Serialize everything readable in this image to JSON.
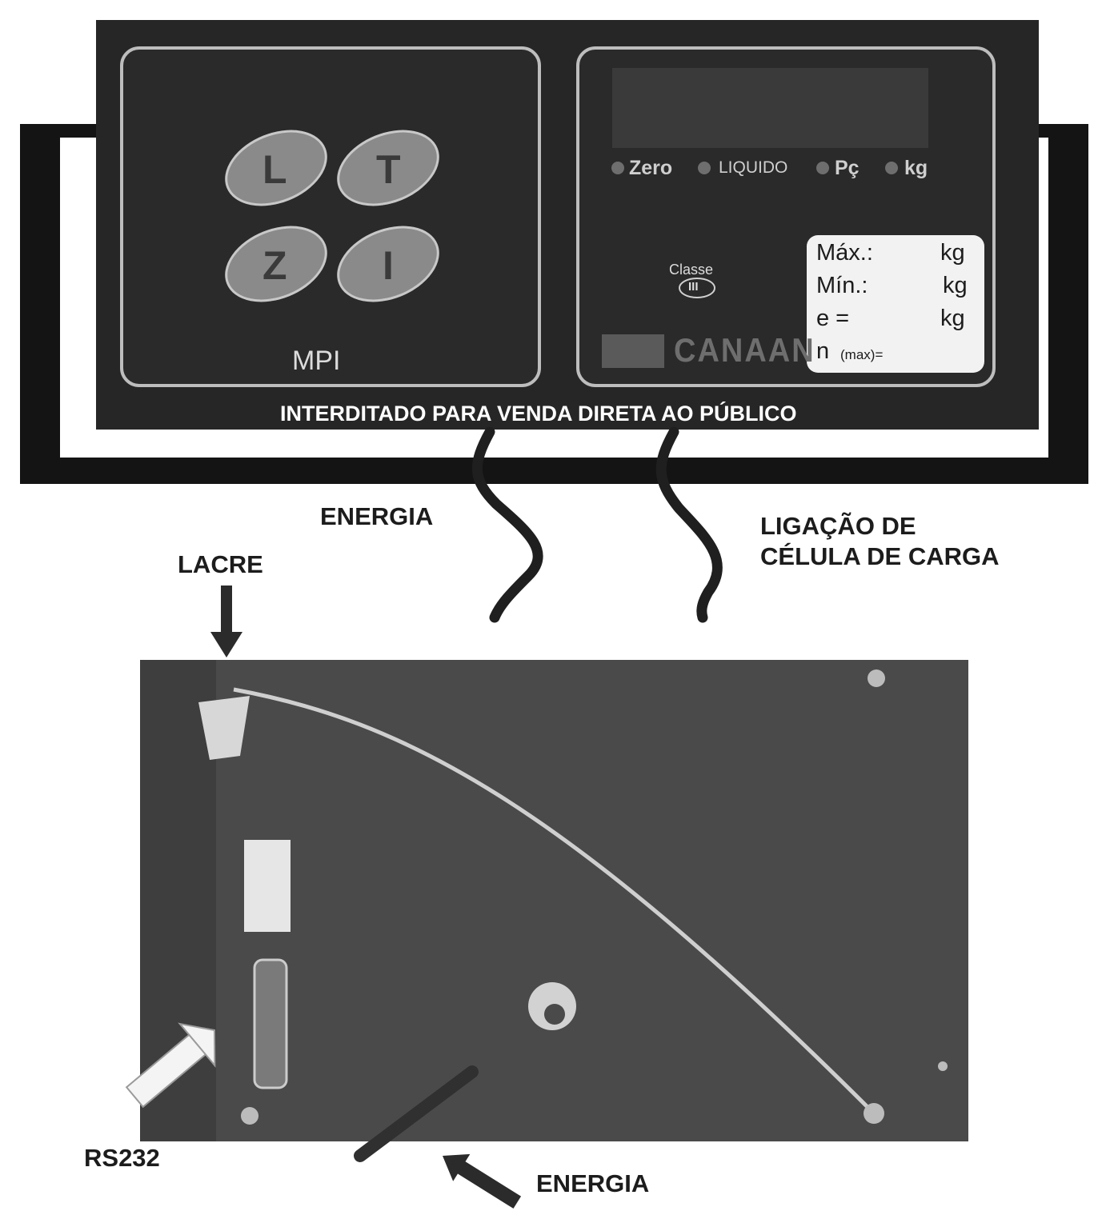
{
  "front_panel": {
    "keys": [
      "L",
      "T",
      "Z",
      "I"
    ],
    "model": "MPI",
    "brand": "CANAAN",
    "class_label": "Classe",
    "class_value": "III",
    "indicators": [
      {
        "label": "Zero"
      },
      {
        "label": "LIQUIDO"
      },
      {
        "label": "Pç"
      },
      {
        "label": "kg"
      }
    ],
    "plate": {
      "max_label": "Máx.:",
      "max_unit": "kg",
      "min_label": "Mín.:",
      "min_unit": "kg",
      "e_label": "e =",
      "e_unit": "kg",
      "n_label": "n",
      "n_suffix": "(max)="
    },
    "warning": "INTERDITADO PARA VENDA DIRETA AO PÚBLICO"
  },
  "callouts": {
    "energia_top": "ENERGIA",
    "load_cell_line1": "LIGAÇÃO DE",
    "load_cell_line2": "CÉLULA DE CARGA",
    "lacre": "LACRE",
    "rs232": "RS232",
    "energia_bottom": "ENERGIA"
  },
  "colors": {
    "panel": "#262626",
    "frame": "#141414",
    "key": "#8a8a8a",
    "plate": "#f2f2f2",
    "back_panel": "#4a4a4a"
  }
}
